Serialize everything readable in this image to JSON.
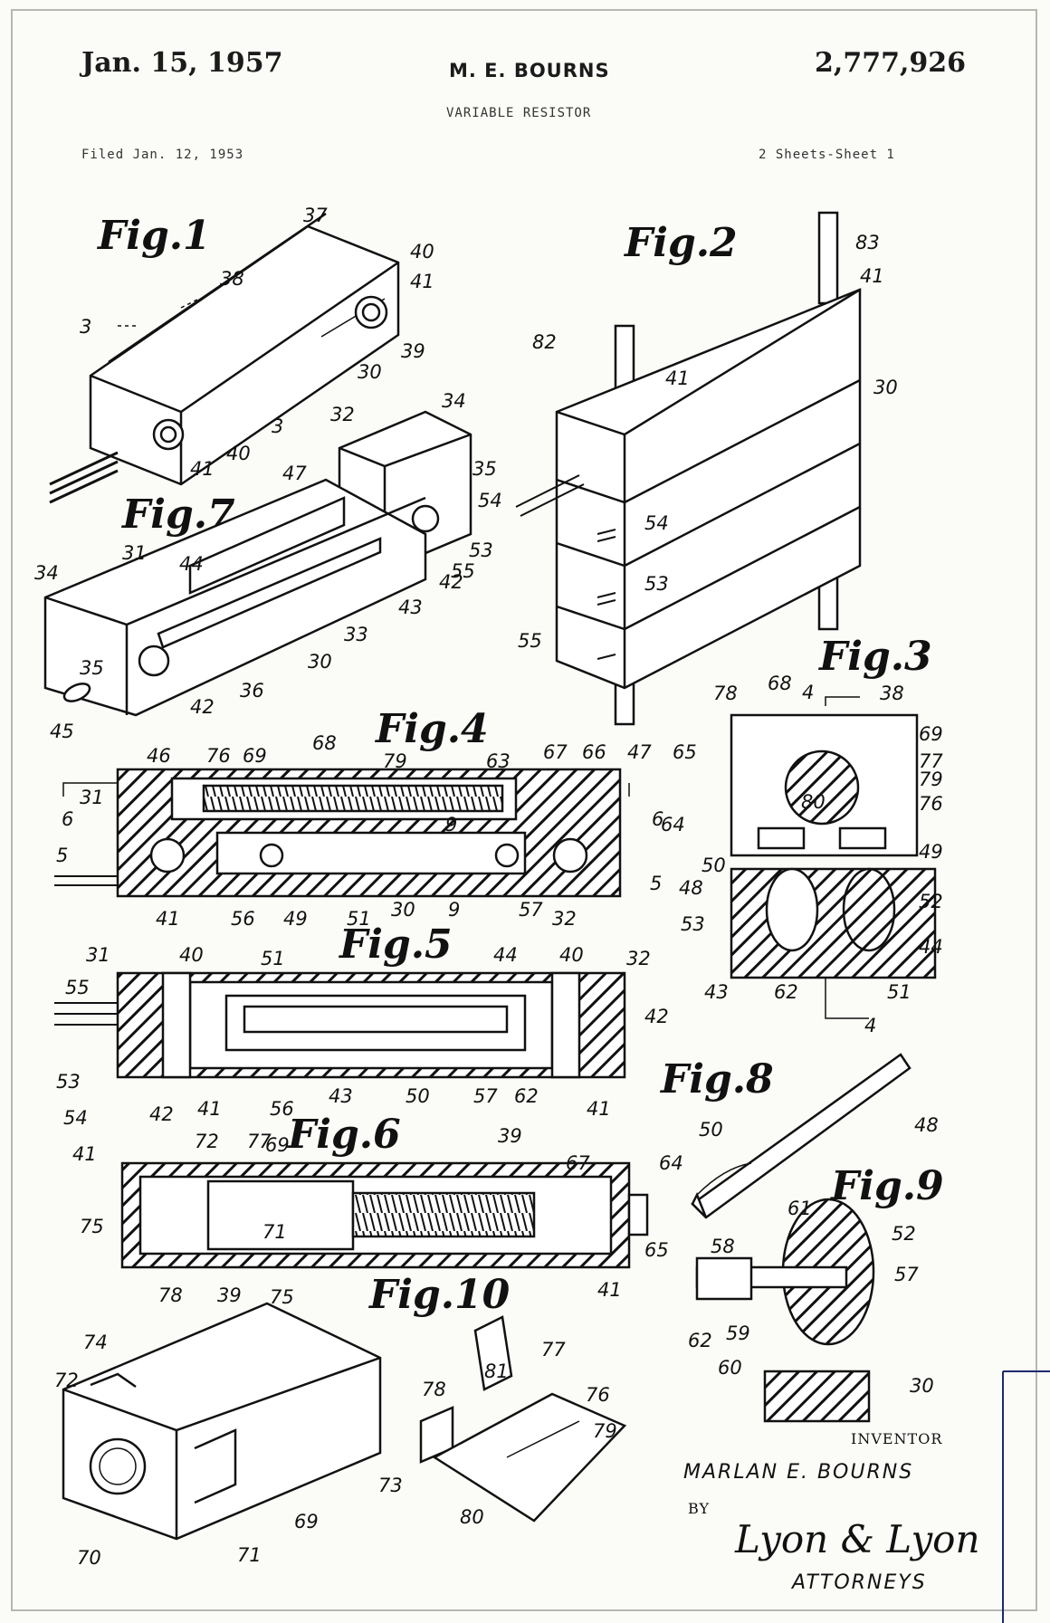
{
  "header": {
    "date": "Jan. 15, 1957",
    "inventor_header": "M. E. BOURNS",
    "patent_number": "2,777,926",
    "title": "VARIABLE RESISTOR",
    "filed": "Filed Jan. 12, 1953",
    "sheets": "2 Sheets-Sheet 1"
  },
  "figures": {
    "fig1": "Fig.1",
    "fig2": "Fig.2",
    "fig3": "Fig.3",
    "fig4": "Fig.4",
    "fig5": "Fig.5",
    "fig6": "Fig.6",
    "fig7": "Fig.7",
    "fig8": "Fig.8",
    "fig9": "Fig.9",
    "fig10": "Fig.10"
  },
  "signature": {
    "inventor_label": "INVENTOR",
    "inventor_name": "MARLAN E. BOURNS",
    "by": "BY",
    "attorney_signature": "Lyon & Lyon",
    "attorneys_label": "ATTORNEYS"
  },
  "ref_numerals": {
    "fig1": [
      "37",
      "38",
      "40",
      "41",
      "3",
      "39",
      "30",
      "3",
      "40",
      "41"
    ],
    "fig2": [
      "83",
      "41",
      "82",
      "41",
      "30",
      "54",
      "53",
      "55"
    ],
    "fig7": [
      "32",
      "34",
      "47",
      "35",
      "54",
      "53",
      "55",
      "42",
      "43",
      "44",
      "31",
      "34",
      "35",
      "42",
      "45",
      "33",
      "30",
      "36"
    ],
    "fig3": [
      "4",
      "78",
      "68",
      "38",
      "69",
      "77",
      "79",
      "76",
      "80",
      "50",
      "49",
      "48",
      "52",
      "53",
      "44",
      "43",
      "62",
      "51",
      "4"
    ],
    "fig4": [
      "46",
      "76",
      "69",
      "68",
      "79",
      "63",
      "67",
      "66",
      "47",
      "65",
      "6",
      "6",
      "31",
      "9",
      "64",
      "5",
      "5",
      "41",
      "56",
      "49",
      "51",
      "30",
      "9",
      "57",
      "32"
    ],
    "fig5": [
      "31",
      "40",
      "51",
      "44",
      "40",
      "32",
      "55",
      "42",
      "53",
      "54",
      "42",
      "41",
      "56",
      "43",
      "50",
      "57",
      "62",
      "41"
    ],
    "fig6": [
      "41",
      "72",
      "77",
      "69",
      "39",
      "67",
      "64",
      "75",
      "71",
      "65",
      "78",
      "39",
      "41"
    ],
    "fig8": [
      "50",
      "48"
    ],
    "fig9": [
      "61",
      "52",
      "58",
      "57",
      "62",
      "59",
      "60",
      "30"
    ],
    "fig10": [
      "75",
      "74",
      "72",
      "73",
      "70",
      "71",
      "69",
      "78",
      "81",
      "77",
      "76",
      "79",
      "80"
    ]
  }
}
